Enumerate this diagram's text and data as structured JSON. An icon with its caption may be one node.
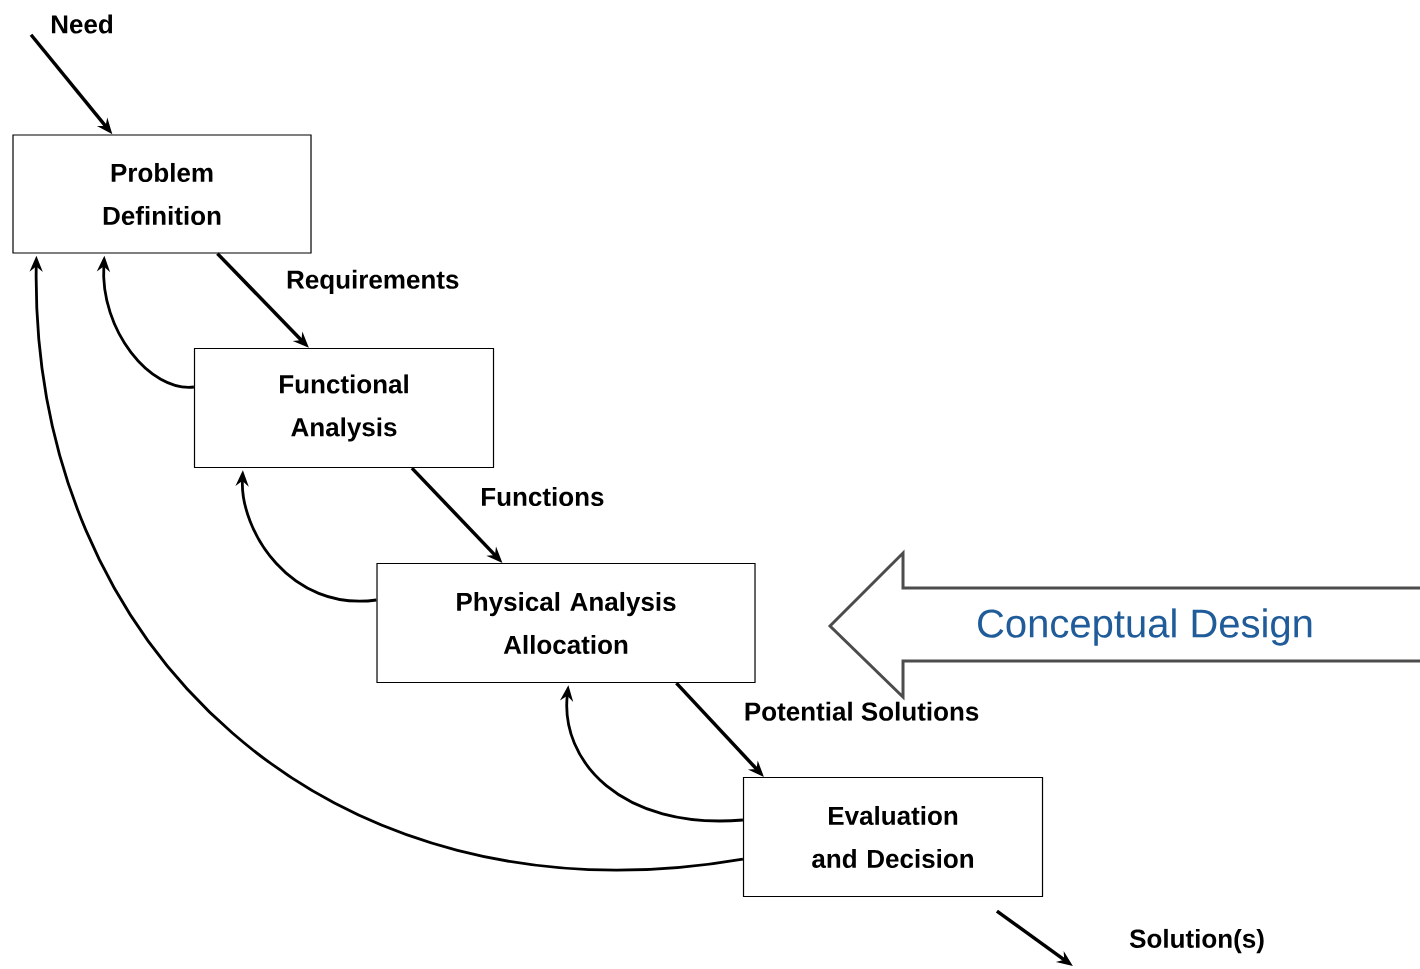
{
  "diagram": {
    "nodes": [
      {
        "text": [
          "Problem Definition"
        ]
      },
      {
        "text": [
          "Functional Analysis"
        ]
      },
      {
        "text": [
          "Physical Analysis Allocation"
        ]
      },
      {
        "text": [
          "Evaluation and Decision"
        ]
      },
      {
        "text": [
          "Conceptual Design"
        ]
      },
      {
        "text": [
          "Need"
        ]
      },
      {
        "text": [
          "Solution(s)"
        ]
      }
    ],
    "edges": [
      {
        "from": 5,
        "to": 0,
        "arrow": "to"
      },
      {
        "from": 0,
        "to": 1,
        "arrow": "to",
        "label": "Requirements"
      },
      {
        "from": 1,
        "to": 2,
        "arrow": "to",
        "label": "Functions"
      },
      {
        "from": 2,
        "to": 3,
        "arrow": "to",
        "label": "Potential Solutions"
      },
      {
        "from": 3,
        "to": 6,
        "arrow": "to"
      },
      {
        "from": 1,
        "to": 0,
        "arrow": "to"
      },
      {
        "from": 2,
        "to": 1,
        "arrow": "to"
      },
      {
        "from": 3,
        "to": 2,
        "arrow": "to"
      },
      {
        "from": 3,
        "to": 0,
        "arrow": "to"
      }
    ]
  }
}
